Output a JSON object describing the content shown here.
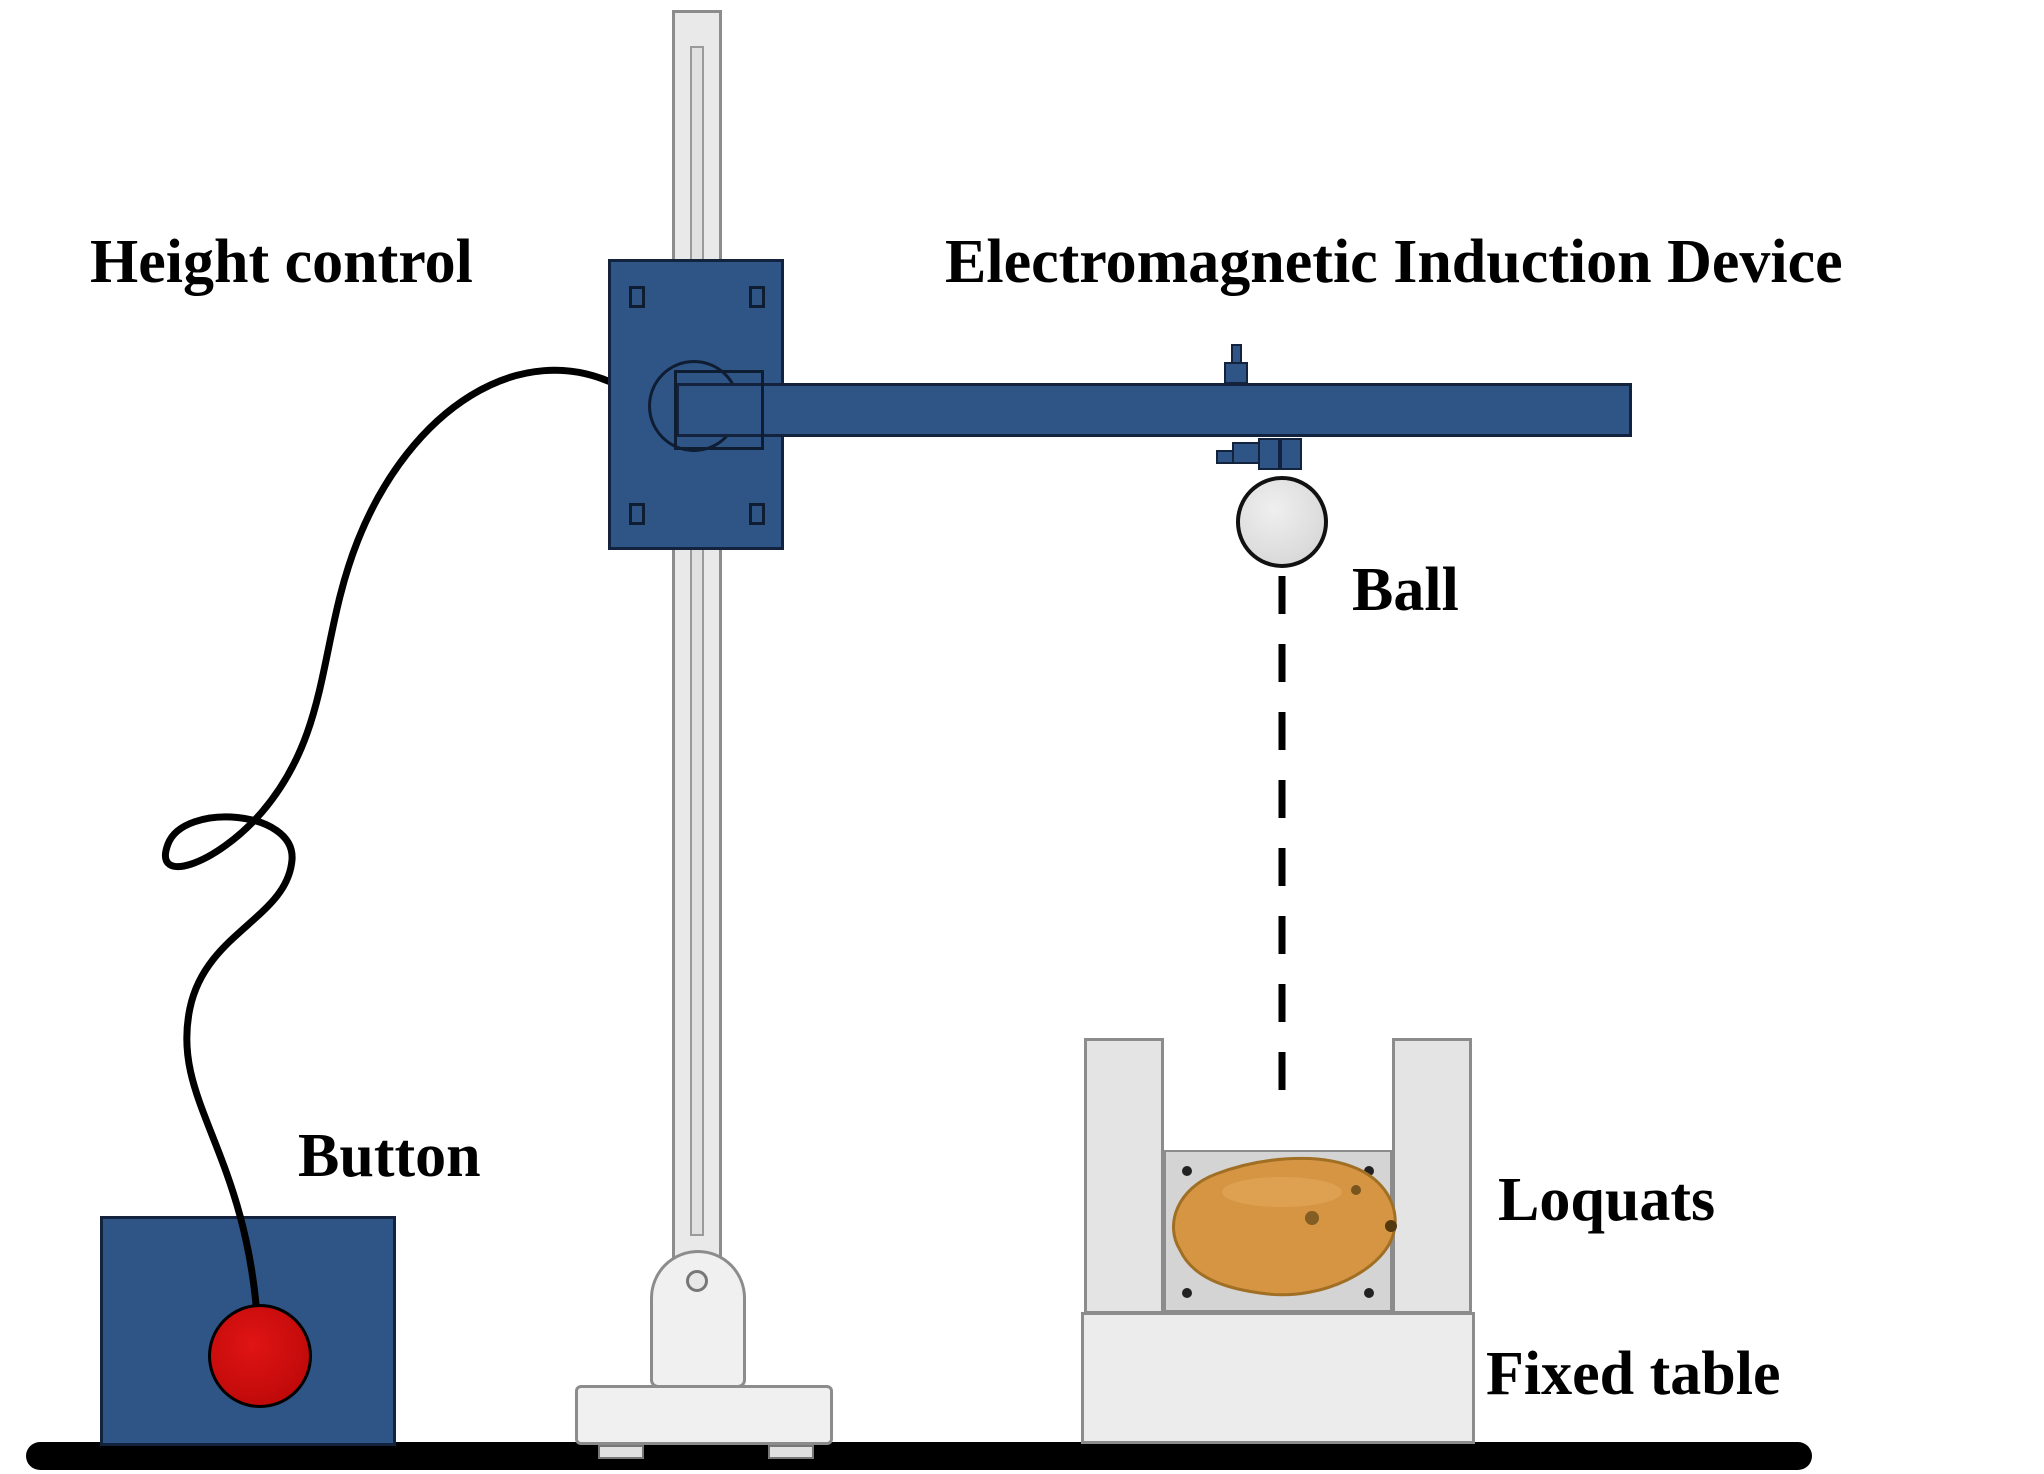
{
  "figure": {
    "labels": {
      "height_control": "Height control",
      "device": "Electromagnetic Induction Device",
      "ball": "Ball",
      "button": "Button",
      "loquats": "Loquats",
      "fixed_table": "Fixed table"
    },
    "colors": {
      "steel_blue": "#2E5586",
      "button_red": "#CC0A0A",
      "stand_gray": "#EAEAEA",
      "outline_gray": "#8C8C8C",
      "plate_gray": "#D4D4D4",
      "ball_gray": "#DCDCDC",
      "loquat_orange": "#D69543",
      "ground_black": "#000000"
    }
  }
}
